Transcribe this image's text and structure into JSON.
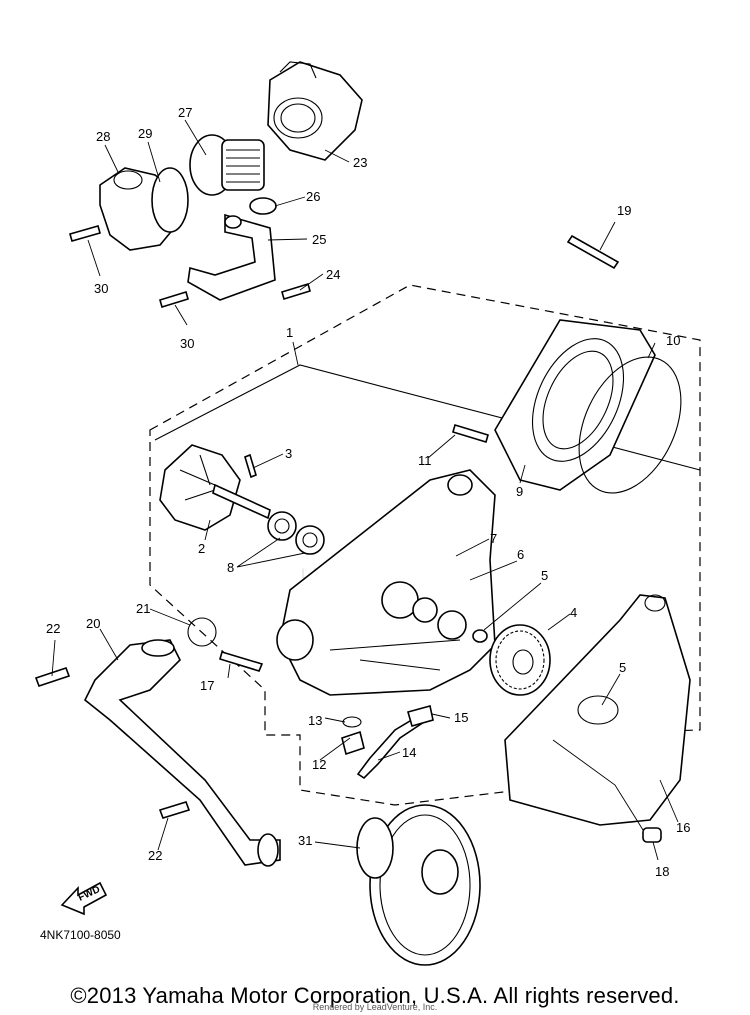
{
  "parts": {
    "callouts": [
      "1",
      "2",
      "3",
      "4",
      "5",
      "5",
      "6",
      "7",
      "8",
      "9",
      "10",
      "11",
      "12",
      "13",
      "14",
      "15",
      "16",
      "17",
      "18",
      "19",
      "20",
      "21",
      "22",
      "22",
      "23",
      "24",
      "25",
      "26",
      "27",
      "28",
      "29",
      "30",
      "30",
      "31"
    ]
  },
  "diagram_code": "4NK7100-8050",
  "fwd_label": "FWD",
  "watermark": "LEADVENTURE",
  "copyright": "©2013 Yamaha Motor Corporation, U.S.A. All rights reserved.",
  "rendered_by": "Rendered by LeadVenture, Inc."
}
